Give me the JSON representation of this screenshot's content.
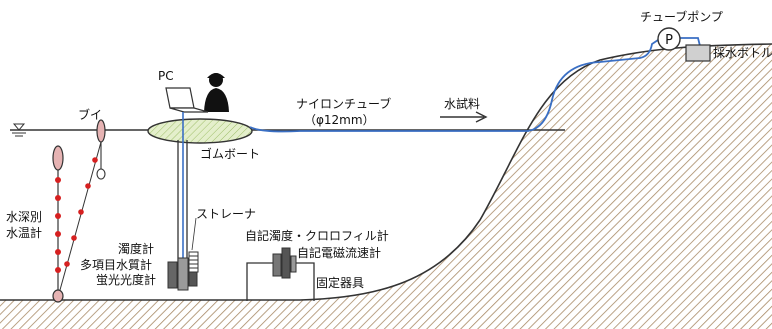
{
  "labels": {
    "pump": "チューブポンプ",
    "pump_symbol": "P",
    "bottle": "採水ボトル",
    "pc": "PC",
    "buoy": "ブイ",
    "nylon_tube": "ナイロンチューブ",
    "tube_diameter": "（φ12mm）",
    "water_sample": "水試料",
    "rubber_boat": "ゴムボート",
    "strainer": "ストレーナ",
    "logger_turbidity": "自記濁度・クロロフィル計",
    "logger_current": "自記電磁流速計",
    "fixture": "固定器具",
    "depth_temp_1": "水深別",
    "depth_temp_2": "水温計",
    "turbidity_meter": "濁度計",
    "multi_quality": "多項目水質計",
    "fluorometer": "蛍光光度計"
  },
  "colors": {
    "tube": "#3a6fc4",
    "ground_hatch": "#a88a66",
    "boat_fill": "#d6e6b4",
    "buoy_fill": "#e6b3b3",
    "marker": "#d62020",
    "line": "#333333"
  }
}
